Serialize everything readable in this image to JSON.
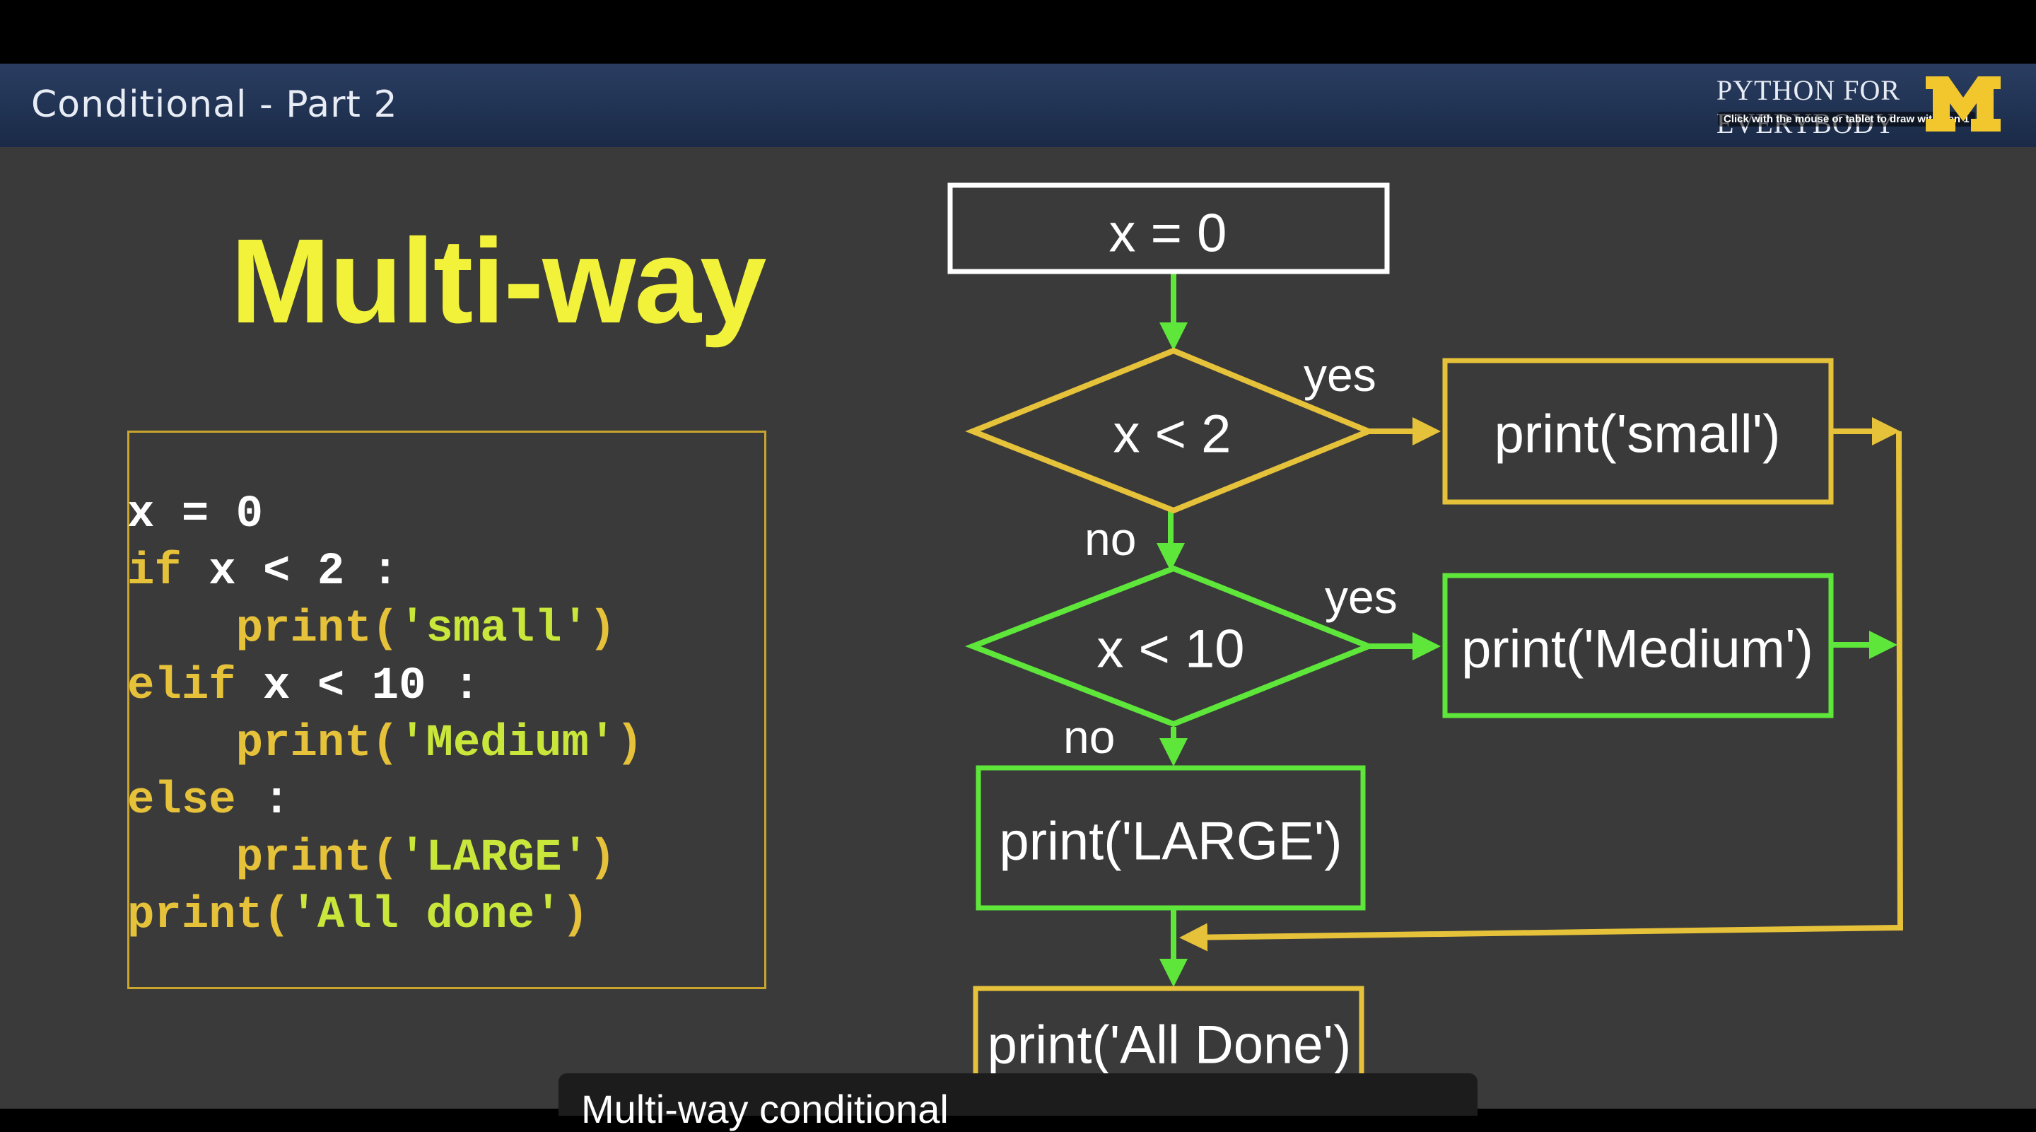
{
  "header": {
    "title": "Conditional - Part 2",
    "brand": "PYTHON FOR EVERYBODY",
    "brand_hint": "Click with the mouse or tablet to draw with pen 1"
  },
  "slide": {
    "title": "Multi-way",
    "code": [
      {
        "parts": [
          [
            "x",
            "wh"
          ],
          [
            " = ",
            "wh"
          ],
          [
            "0",
            "wh"
          ]
        ]
      },
      {
        "parts": [
          [
            "if",
            "kw"
          ],
          [
            " x ",
            "wh"
          ],
          [
            "<",
            "wh"
          ],
          [
            " 2 ",
            "wh"
          ],
          [
            ":",
            "wh"
          ]
        ]
      },
      {
        "parts": [
          [
            "    print(",
            "fc"
          ],
          [
            "'small'",
            "fn"
          ],
          [
            ")",
            "fc"
          ]
        ]
      },
      {
        "parts": [
          [
            "elif",
            "kw"
          ],
          [
            " x ",
            "wh"
          ],
          [
            "<",
            "wh"
          ],
          [
            " 10 ",
            "wh"
          ],
          [
            ":",
            "wh"
          ]
        ]
      },
      {
        "parts": [
          [
            "    print(",
            "fc"
          ],
          [
            "'Medium'",
            "fn"
          ],
          [
            ")",
            "fc"
          ]
        ]
      },
      {
        "parts": [
          [
            "else",
            "kw"
          ],
          [
            " :",
            "wh"
          ]
        ]
      },
      {
        "parts": [
          [
            "    print(",
            "fc"
          ],
          [
            "'LARGE'",
            "fn"
          ],
          [
            ")",
            "fc"
          ]
        ]
      },
      {
        "parts": [
          [
            "print(",
            "fc"
          ],
          [
            "'All done'",
            "fn"
          ],
          [
            ")",
            "fc"
          ]
        ]
      }
    ],
    "flowchart": {
      "start": "x = 0",
      "decision1": "x < 2",
      "decision2": "x < 10",
      "small": "print('small')",
      "medium": "print('Medium')",
      "large": "print('LARGE')",
      "done": "print('All Done')",
      "yes1": "yes",
      "yes2": "yes",
      "no1": "no",
      "no2": "no"
    },
    "colors": {
      "yellow": "#e6c23a",
      "green": "#5ee63a",
      "white": "#ffffff",
      "title": "#f2f23a"
    }
  },
  "caption": {
    "text": "Multi-way conditional"
  }
}
